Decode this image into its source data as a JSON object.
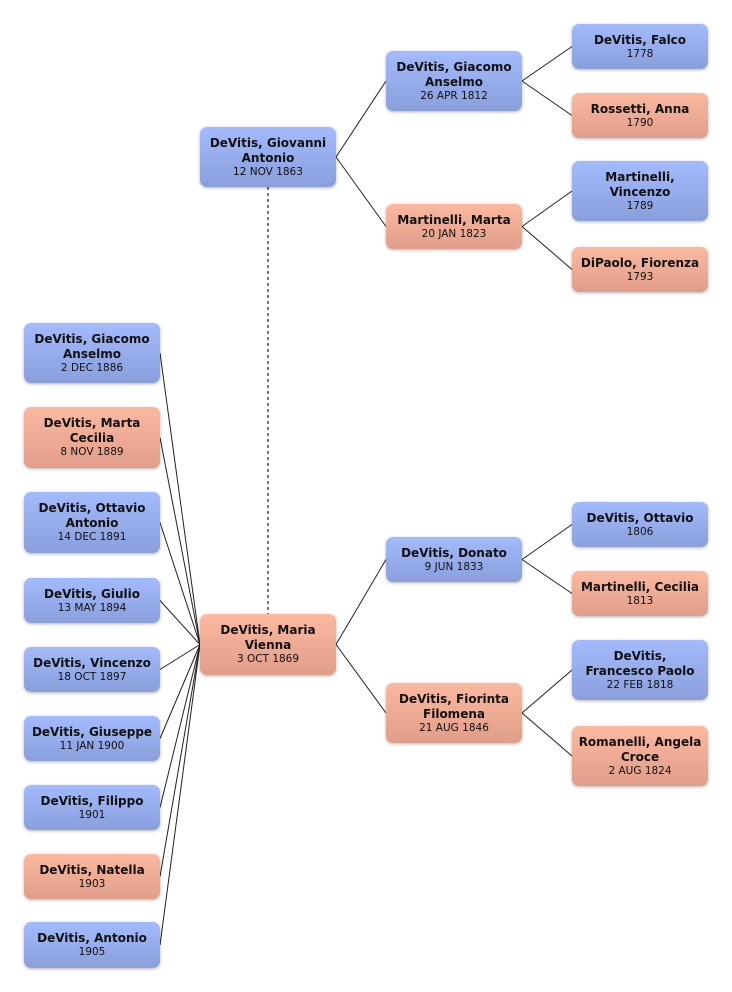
{
  "people": {
    "giovanni": {
      "name": "DeVitis, Giovanni Antonio",
      "date": "12 NOV 1863",
      "sex": "m"
    },
    "giacomo_p": {
      "name": "DeVitis, Giacomo Anselmo",
      "date": "26 APR 1812",
      "sex": "m"
    },
    "marta_m": {
      "name": "Martinelli, Marta",
      "date": "20 JAN 1823",
      "sex": "f"
    },
    "falco": {
      "name": "DeVitis, Falco",
      "date": "1778",
      "sex": "m"
    },
    "rossetti": {
      "name": "Rossetti, Anna",
      "date": "1790",
      "sex": "f"
    },
    "vincenzo_m": {
      "name": "Martinelli, Vincenzo",
      "date": "1789",
      "sex": "m"
    },
    "dipaolo": {
      "name": "DiPaolo, Fiorenza",
      "date": "1793",
      "sex": "f"
    },
    "maria": {
      "name": "DeVitis, Maria Vienna",
      "date": "3 OCT 1869",
      "sex": "f"
    },
    "donato": {
      "name": "DeVitis, Donato",
      "date": "9 JUN 1833",
      "sex": "m"
    },
    "fiorinta": {
      "name": "DeVitis, Fiorinta Filomena",
      "date": "21 AUG 1846",
      "sex": "f"
    },
    "ottavio_p": {
      "name": "DeVitis, Ottavio",
      "date": "1806",
      "sex": "m"
    },
    "cecilia": {
      "name": "Martinelli, Cecilia",
      "date": "1813",
      "sex": "f"
    },
    "francesco": {
      "name": "DeVitis, Francesco Paolo",
      "date": "22 FEB 1818",
      "sex": "m"
    },
    "romanelli": {
      "name": "Romanelli, Angela Croce",
      "date": "2 AUG 1824",
      "sex": "f"
    },
    "c1": {
      "name": "DeVitis, Giacomo Anselmo",
      "date": "2 DEC 1886",
      "sex": "m"
    },
    "c2": {
      "name": "DeVitis, Marta Cecilia",
      "date": "8 NOV 1889",
      "sex": "f"
    },
    "c3": {
      "name": "DeVitis, Ottavio Antonio",
      "date": "14 DEC 1891",
      "sex": "m"
    },
    "c4": {
      "name": "DeVitis, Giulio",
      "date": "13 MAY 1894",
      "sex": "m"
    },
    "c5": {
      "name": "DeVitis, Vincenzo",
      "date": "18 OCT 1897",
      "sex": "m"
    },
    "c6": {
      "name": "DeVitis, Giuseppe",
      "date": "11 JAN 1900",
      "sex": "m"
    },
    "c7": {
      "name": "DeVitis, Filippo",
      "date": "1901",
      "sex": "m"
    },
    "c8": {
      "name": "DeVitis, Natella",
      "date": "1903",
      "sex": "f"
    },
    "c9": {
      "name": "DeVitis, Antonio",
      "date": "1905",
      "sex": "m"
    }
  },
  "colors": {
    "male": "#a3bafc",
    "female": "#fcb9a0",
    "line": "#222222"
  }
}
